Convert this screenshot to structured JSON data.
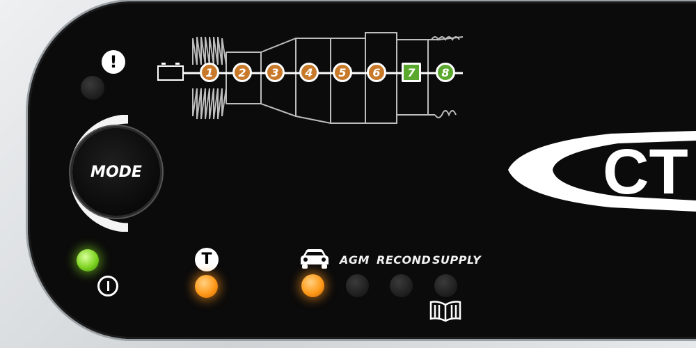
{
  "mode_button": {
    "label": "MODE"
  },
  "steps": [
    {
      "label": "1",
      "color": "#c87a2a",
      "shape": "circle"
    },
    {
      "label": "2",
      "color": "#c87a2a",
      "shape": "circle"
    },
    {
      "label": "3",
      "color": "#c87a2a",
      "shape": "circle"
    },
    {
      "label": "4",
      "color": "#c87a2a",
      "shape": "circle"
    },
    {
      "label": "5",
      "color": "#c87a2a",
      "shape": "circle"
    },
    {
      "label": "6",
      "color": "#c87a2a",
      "shape": "circle"
    },
    {
      "label": "7",
      "color": "#5aa82e",
      "shape": "square"
    },
    {
      "label": "8",
      "color": "#5aa82e",
      "shape": "circle"
    }
  ],
  "mode_labels": {
    "agm": "AGM",
    "recond": "RECOND",
    "supply": "SUPPLY"
  },
  "temp_symbol": "T",
  "brand_text": "CT",
  "indicators": {
    "error": {
      "icon": "exclamation-icon",
      "state": "off"
    },
    "power": {
      "icon": "power-icon",
      "state": "on",
      "color": "#7ed321"
    },
    "cold": {
      "icon": "thermometer-icon",
      "state": "on",
      "color": "#ff9a1a"
    },
    "car": {
      "icon": "car-icon",
      "state": "on",
      "color": "#ff9a1a"
    },
    "agm": {
      "state": "off"
    },
    "recond": {
      "state": "off"
    },
    "supply": {
      "state": "off"
    }
  },
  "colors": {
    "panel": "#0b0b0b",
    "step_active": "#c87a2a",
    "step_done": "#5aa82e"
  }
}
